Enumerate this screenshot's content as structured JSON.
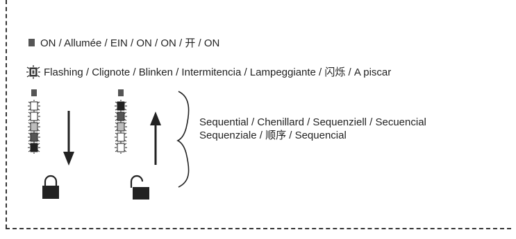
{
  "legend": {
    "on_label": "ON / Allumée / EIN / ON  / ON  / 开  / ON",
    "flash_label": "Flashing / Clignote / Blinken / Intermitencia / Lampeggiante / 闪烁 / A piscar",
    "sequential_line1": "Sequential / Chenillard / Sequenziell / Secuencial",
    "sequential_line2": "Sequenziale / 顺序 / Sequencial"
  },
  "icons": [
    "led-on-icon",
    "led-flash-icon",
    "arrow-down-icon",
    "arrow-up-icon",
    "lock-closed-icon",
    "lock-open-icon",
    "brace-icon"
  ],
  "colors": {
    "led_on": "#555555",
    "led_dark": "#222222",
    "led_light": "#ffffff",
    "stroke": "#222222"
  }
}
